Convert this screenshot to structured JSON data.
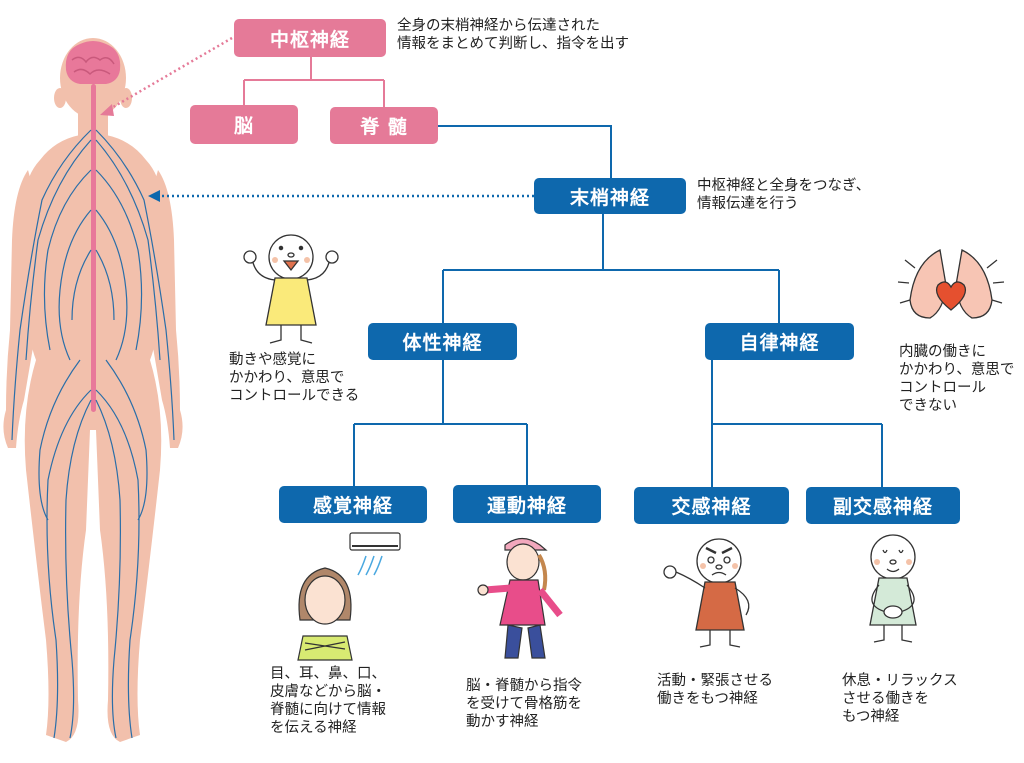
{
  "central": {
    "label": "中枢神経",
    "description": "全身の末梢神経から伝達された\n情報をまとめて判断し、指令を出す",
    "children": [
      {
        "label": "脳"
      },
      {
        "label": "脊 髄"
      }
    ]
  },
  "peripheral": {
    "label": "末梢神経",
    "description": "中枢神経と全身をつなぎ、\n情報伝達を行う"
  },
  "somatic": {
    "label": "体性神経",
    "description": "動きや感覚に\nかかわり、意思で\nコントロールできる",
    "children": [
      {
        "label": "感覚神経",
        "description": "目、耳、鼻、口、\n皮膚などから脳・\n脊髄に向けて情報\nを伝える神経"
      },
      {
        "label": "運動神経",
        "description": "脳・脊髄から指令\nを受けて骨格筋を\n動かす神経"
      }
    ]
  },
  "autonomic": {
    "label": "自律神経",
    "description": "内臓の働きに\nかかわり、意思で\nコントロール\nできない",
    "children": [
      {
        "label": "交感神経",
        "description": "活動・緊張させる\n働きをもつ神経"
      },
      {
        "label": "副交感神経",
        "description": "休息・リラックス\nさせる働きを\nもつ神経"
      }
    ]
  },
  "colors": {
    "central": "#e57a98",
    "peripheral": "#0e68ad",
    "skin": "#f2c0ac",
    "nerve": "#2a6ea8",
    "spine": "#e8789a"
  }
}
